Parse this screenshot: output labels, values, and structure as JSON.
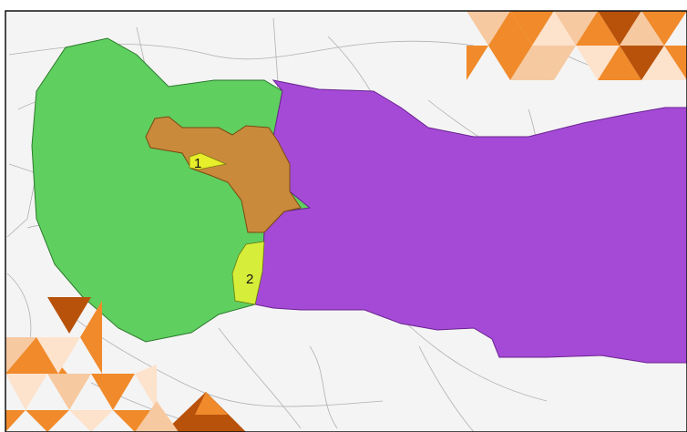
{
  "map": {
    "zones": [
      {
        "id": "west",
        "color": "#5fcf5f"
      },
      {
        "id": "center",
        "color": "#c98a3c"
      },
      {
        "id": "east",
        "color": "#a54ad6"
      },
      {
        "id": "small-1",
        "color": "#e7ee2a"
      },
      {
        "id": "small-2",
        "color": "#d6ee3a"
      }
    ],
    "labels": {
      "zone_1": "1",
      "zone_2": "2"
    },
    "colors": {
      "frame": "#111111",
      "background": "#f3f3f3",
      "roads": "#8a8a8a",
      "decor_dark": "#b8520b",
      "decor_mid": "#f08a2a",
      "decor_light": "#f7c9a0"
    }
  }
}
